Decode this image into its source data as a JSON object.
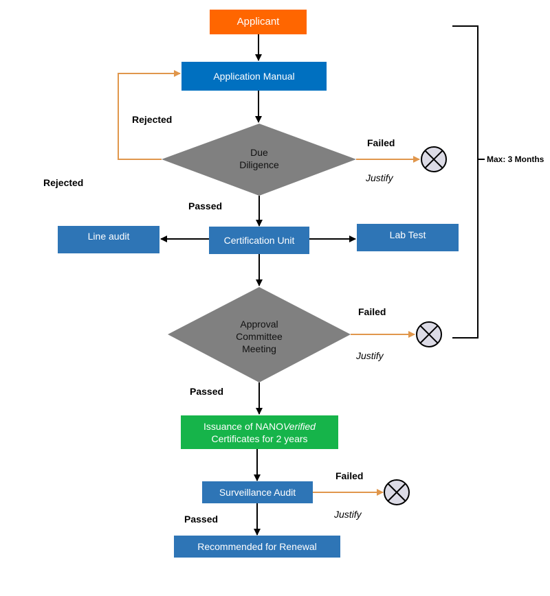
{
  "nodes": {
    "applicant": "Applicant",
    "application_manual": "Application Manual",
    "due_diligence_line1": "Due",
    "due_diligence_line2": "Diligence",
    "certification_unit": "Certification Unit",
    "line_audit": "Line audit",
    "lab_test": "Lab Test",
    "approval_line1": "Approval",
    "approval_line2": "Committee",
    "approval_line3": "Meeting",
    "issuance_prefix": "Issuance of NANO",
    "issuance_italic": "Verified",
    "issuance_line2": "Certificates for 2 years",
    "surveillance_audit": "Surveillance Audit",
    "renewal": "Recommended for Renewal"
  },
  "labels": {
    "rejected_1": "Rejected",
    "rejected_2": "Rejected",
    "failed_1": "Failed",
    "failed_2": "Failed",
    "failed_3": "Failed",
    "justify_1": "Justify",
    "justify_2": "Justify",
    "justify_3": "Justify",
    "passed_1": "Passed",
    "passed_2": "Passed",
    "passed_3": "Passed",
    "max_duration": "Max: 3 Months"
  },
  "colors": {
    "applicant": "#ff6600",
    "process_blue": "#2e75b6",
    "decision_gray": "#808080",
    "issuance_green": "#16b44a",
    "fail_arrow": "#e0964b",
    "reject_icon_fill": "#dcdbe6"
  }
}
